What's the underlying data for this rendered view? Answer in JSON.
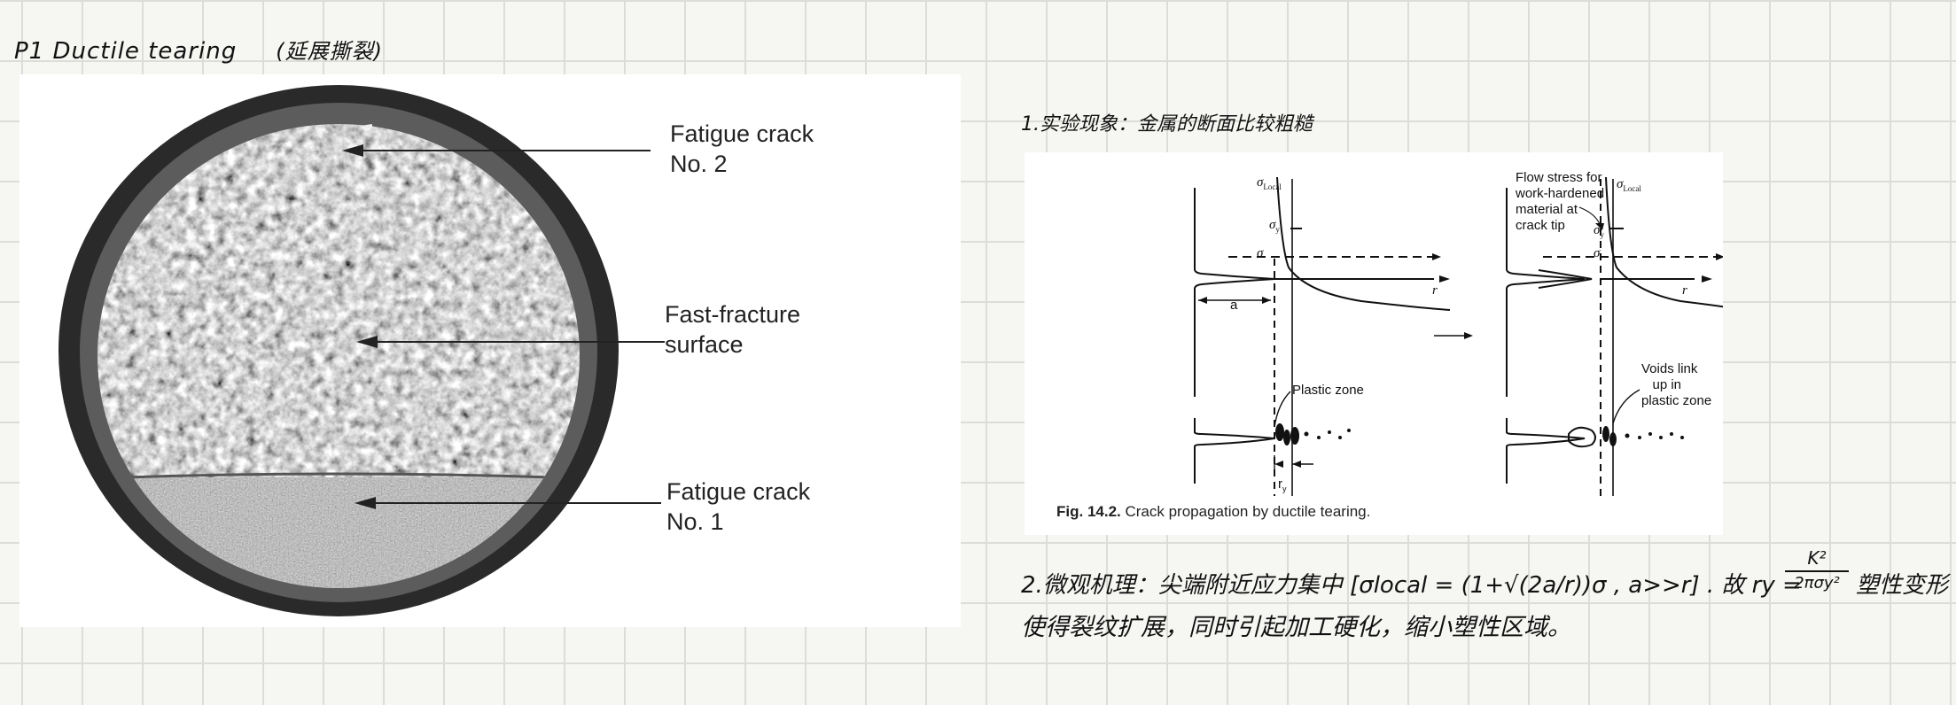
{
  "note": {
    "title": "P1  Ductile tearing",
    "title_zh": "(延展撕裂)",
    "observation": "1.实验现象：金属的断面比较粗糙",
    "mechanism_line1": "2.微观机理：尖端附近应力集中 [σlocal = (1+√(2a/r))σ , a>>r] . 故 ry =",
    "ry_numerator": "K²",
    "ry_denominator": "2πσy²",
    "mechanism_tail": "塑性变形",
    "mechanism_line2": "使得裂纹扩展，同时引起加工硬化，缩小塑性区域。"
  },
  "photo": {
    "label_crack2": "Fatigue crack\nNo. 2",
    "label_fast": "Fast-fracture\nsurface",
    "label_crack1": "Fatigue crack\nNo. 1"
  },
  "figure": {
    "sigma_local": "σ",
    "sigma_local_sub": "Local",
    "sigma_y": "σ",
    "sigma_y_sub": "y",
    "sigma": "σ",
    "r": "r",
    "a": "a",
    "r_y": "r",
    "r_y_sub": "y",
    "plastic_zone": "Plastic zone",
    "flow_stress": "Flow stress for\nwork-hardened\nmaterial at\ncrack tip",
    "voids": "Voids link\n   up in\nplastic zone",
    "caption_num": "Fig. 14.2.",
    "caption_text": " Crack propagation by ductile tearing."
  }
}
